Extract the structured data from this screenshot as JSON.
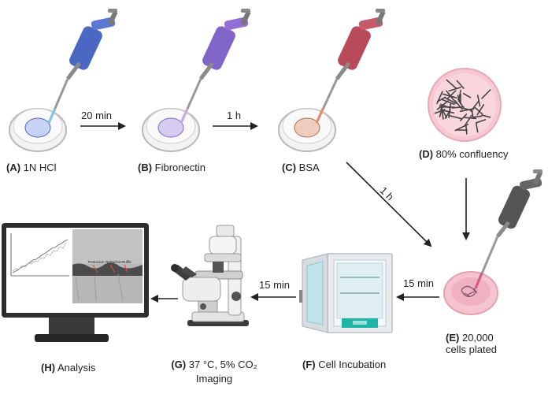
{
  "steps": {
    "a": {
      "letter": "(A)",
      "text": "1N HCl"
    },
    "b": {
      "letter": "(B)",
      "text": "Fibronectin"
    },
    "c": {
      "letter": "(C)",
      "text": "BSA"
    },
    "d": {
      "letter": "(D)",
      "text": "80% confluency"
    },
    "e": {
      "letter": "(E)",
      "text": "20,000",
      "text2": "cells plated"
    },
    "f": {
      "letter": "(F)",
      "text": "Cell Incubation"
    },
    "g": {
      "letter": "(G)",
      "text": "37 °C, 5% CO₂",
      "text2": "Imaging"
    },
    "h": {
      "letter": "(H)",
      "text": "Analysis"
    }
  },
  "arrows": {
    "ab": "20 min",
    "bc": "1 h",
    "ce": "1 h",
    "ef": "15 min",
    "fg": "15 min"
  },
  "monitor": {
    "kymo_labels": [
      "Protrusion",
      "Retraction",
      "Ruffle"
    ]
  },
  "colors": {
    "pipette_a": "#4a67c4",
    "pipette_b": "#8066c8",
    "pipette_c": "#b94a5a",
    "pipette_e": "#555555",
    "dish_a": "#c8d2f2",
    "dish_b": "#d6ccf0",
    "dish_c": "#efcdbd",
    "cells_dish": "#f6c9d2",
    "incubator_door": "#1fb5a6"
  }
}
